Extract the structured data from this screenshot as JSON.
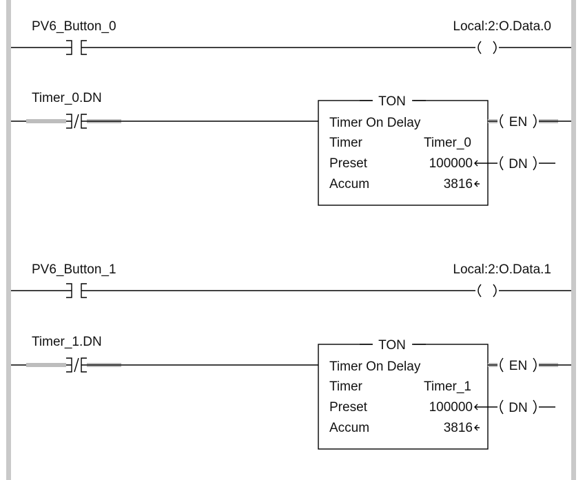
{
  "rungs": [
    {
      "contact_tag": "PV6_Button_0",
      "coil_tag": "Local:2:O.Data.0"
    },
    {
      "contact_tag": "Timer_0.DN",
      "instruction": "TON",
      "description": "Timer On Delay",
      "rows": [
        {
          "label": "Timer",
          "value": "Timer_0"
        },
        {
          "label": "Preset",
          "value": "100000"
        },
        {
          "label": "Accum",
          "value": "3816"
        }
      ],
      "outputs": [
        "EN",
        "DN"
      ]
    },
    {
      "contact_tag": "PV6_Button_1",
      "coil_tag": "Local:2:O.Data.1"
    },
    {
      "contact_tag": "Timer_1.DN",
      "instruction": "TON",
      "description": "Timer On Delay",
      "rows": [
        {
          "label": "Timer",
          "value": "Timer_1"
        },
        {
          "label": "Preset",
          "value": "100000"
        },
        {
          "label": "Accum",
          "value": "3816"
        }
      ],
      "outputs": [
        "EN",
        "DN"
      ]
    }
  ],
  "colors": {
    "rail": "#c9c9c9",
    "powerflow": "#bdbdbd",
    "wire": "#000000"
  }
}
